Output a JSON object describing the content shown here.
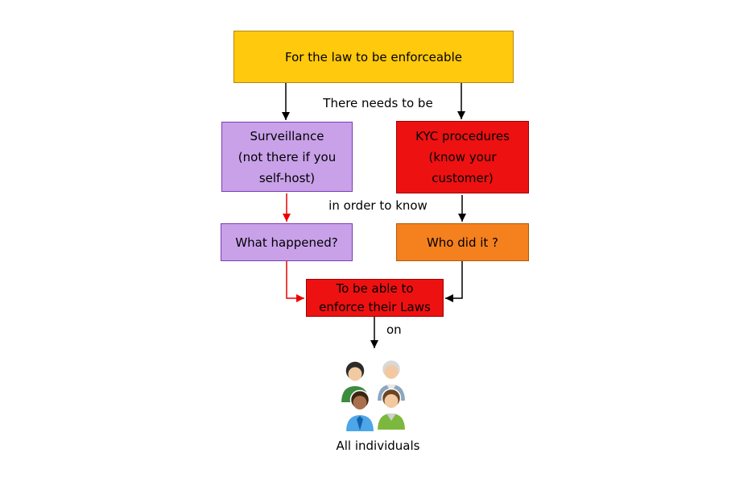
{
  "nodes": {
    "root": {
      "label": "For the law to be enforceable"
    },
    "surveillance": {
      "lines": [
        "Surveillance",
        "(not there if you",
        "self-host)"
      ]
    },
    "kyc": {
      "lines": [
        "KYC procedures",
        "(know your",
        "customer)"
      ]
    },
    "what_happened": {
      "label": "What happened?"
    },
    "who_did_it": {
      "label": "Who did it ?"
    },
    "enforce": {
      "lines": [
        "To be able to",
        "enforce their Laws"
      ]
    },
    "individuals": {
      "label": "All individuals"
    }
  },
  "labels": {
    "there_needs_to_be": "There needs to be",
    "in_order_to_know": "in order to know",
    "on": "on"
  },
  "colors": {
    "root_fill": "#FFC90E",
    "root_border": "#B8860B",
    "purple_fill": "#C9A1E9",
    "purple_border": "#7D3CB5",
    "red_fill": "#EE1111",
    "red_border": "#A00000",
    "orange_fill": "#F5801E",
    "orange_border": "#B35900",
    "arrow_black": "#000000",
    "arrow_red": "#EE0000",
    "text": "#000000",
    "background": "#FFFFFF"
  }
}
